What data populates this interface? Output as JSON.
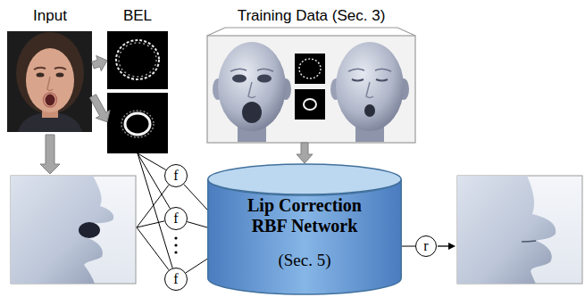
{
  "diagram": {
    "nodes": [
      {
        "text": [
          "Input"
        ]
      },
      {
        "text": [
          "BEL"
        ]
      },
      {
        "text": [
          "Training Data (Sec. 3)"
        ]
      },
      {
        "text": [
          "f"
        ]
      },
      {
        "text": [
          "f"
        ]
      },
      {
        "text": [
          "f"
        ]
      },
      {
        "text": [
          "Lip Correction RBF Network",
          "(Sec. 5)"
        ]
      },
      {
        "text": [
          "r"
        ]
      }
    ],
    "edges": [
      {
        "from": 0,
        "to": 1,
        "arrow": "to"
      },
      {
        "from": 0,
        "to": 1,
        "arrow": "to"
      },
      {
        "from": 2,
        "to": 6,
        "arrow": "to"
      },
      {
        "from": 1,
        "to": 3,
        "arrow": "none"
      },
      {
        "from": 1,
        "to": 4,
        "arrow": "none"
      },
      {
        "from": 1,
        "to": 5,
        "arrow": "none"
      },
      {
        "from": 3,
        "to": 6,
        "arrow": "none"
      },
      {
        "from": 4,
        "to": 6,
        "arrow": "none"
      },
      {
        "from": 5,
        "to": 6,
        "arrow": "none"
      },
      {
        "from": 6,
        "to": 7,
        "arrow": "none"
      }
    ]
  }
}
